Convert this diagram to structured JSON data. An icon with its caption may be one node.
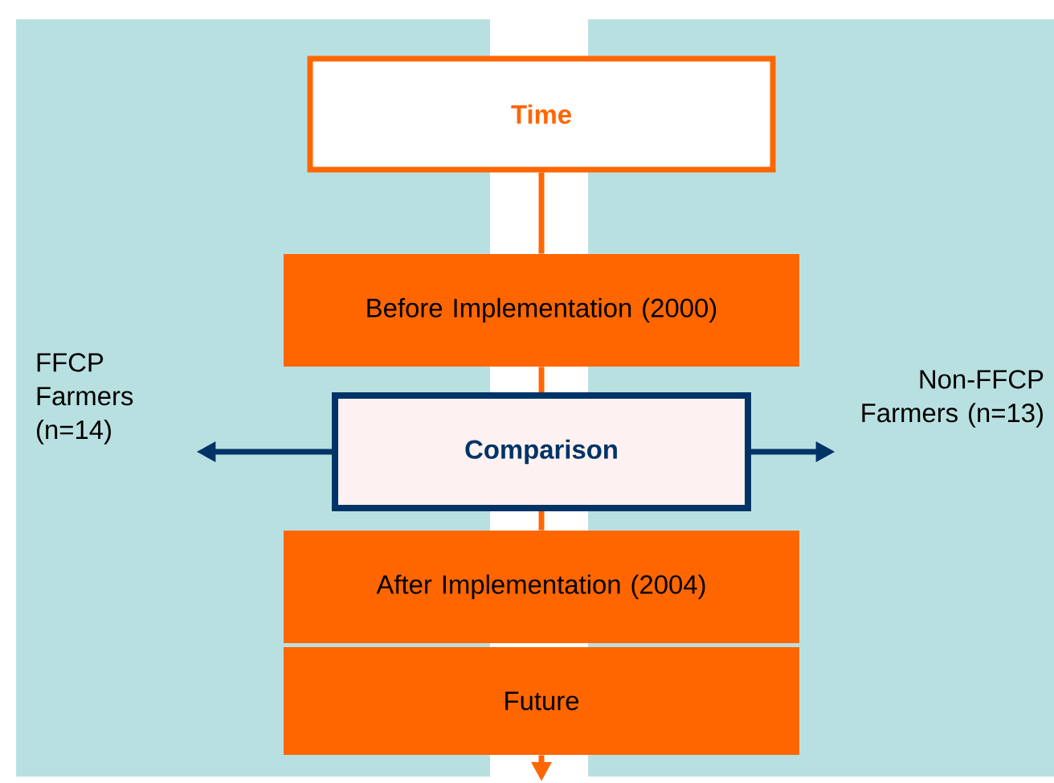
{
  "diagram": {
    "nodes": [
      {
        "text": [
          "Time"
        ]
      },
      {
        "text": [
          "Before Implementation (2000)"
        ]
      },
      {
        "text": [
          "FFCP Farmers (n=14)"
        ]
      },
      {
        "text": [
          "Comparison"
        ]
      },
      {
        "text": [
          "Non-FFCP Farmers (n=13)"
        ]
      },
      {
        "text": [
          "After Implementation (2004)"
        ]
      },
      {
        "text": [
          "Future"
        ]
      }
    ],
    "edges": [
      {
        "from": 0,
        "to": 1,
        "arrow": "none"
      },
      {
        "from": 1,
        "to": 3,
        "arrow": "none"
      },
      {
        "from": 3,
        "to": 5,
        "arrow": "none"
      },
      {
        "from": 6,
        "to": null,
        "arrow": "to"
      },
      {
        "from": 3,
        "to": 2,
        "arrow": "to",
        "color": "#003366"
      },
      {
        "from": 3,
        "to": 4,
        "arrow": "to",
        "color": "#003366"
      }
    ]
  }
}
